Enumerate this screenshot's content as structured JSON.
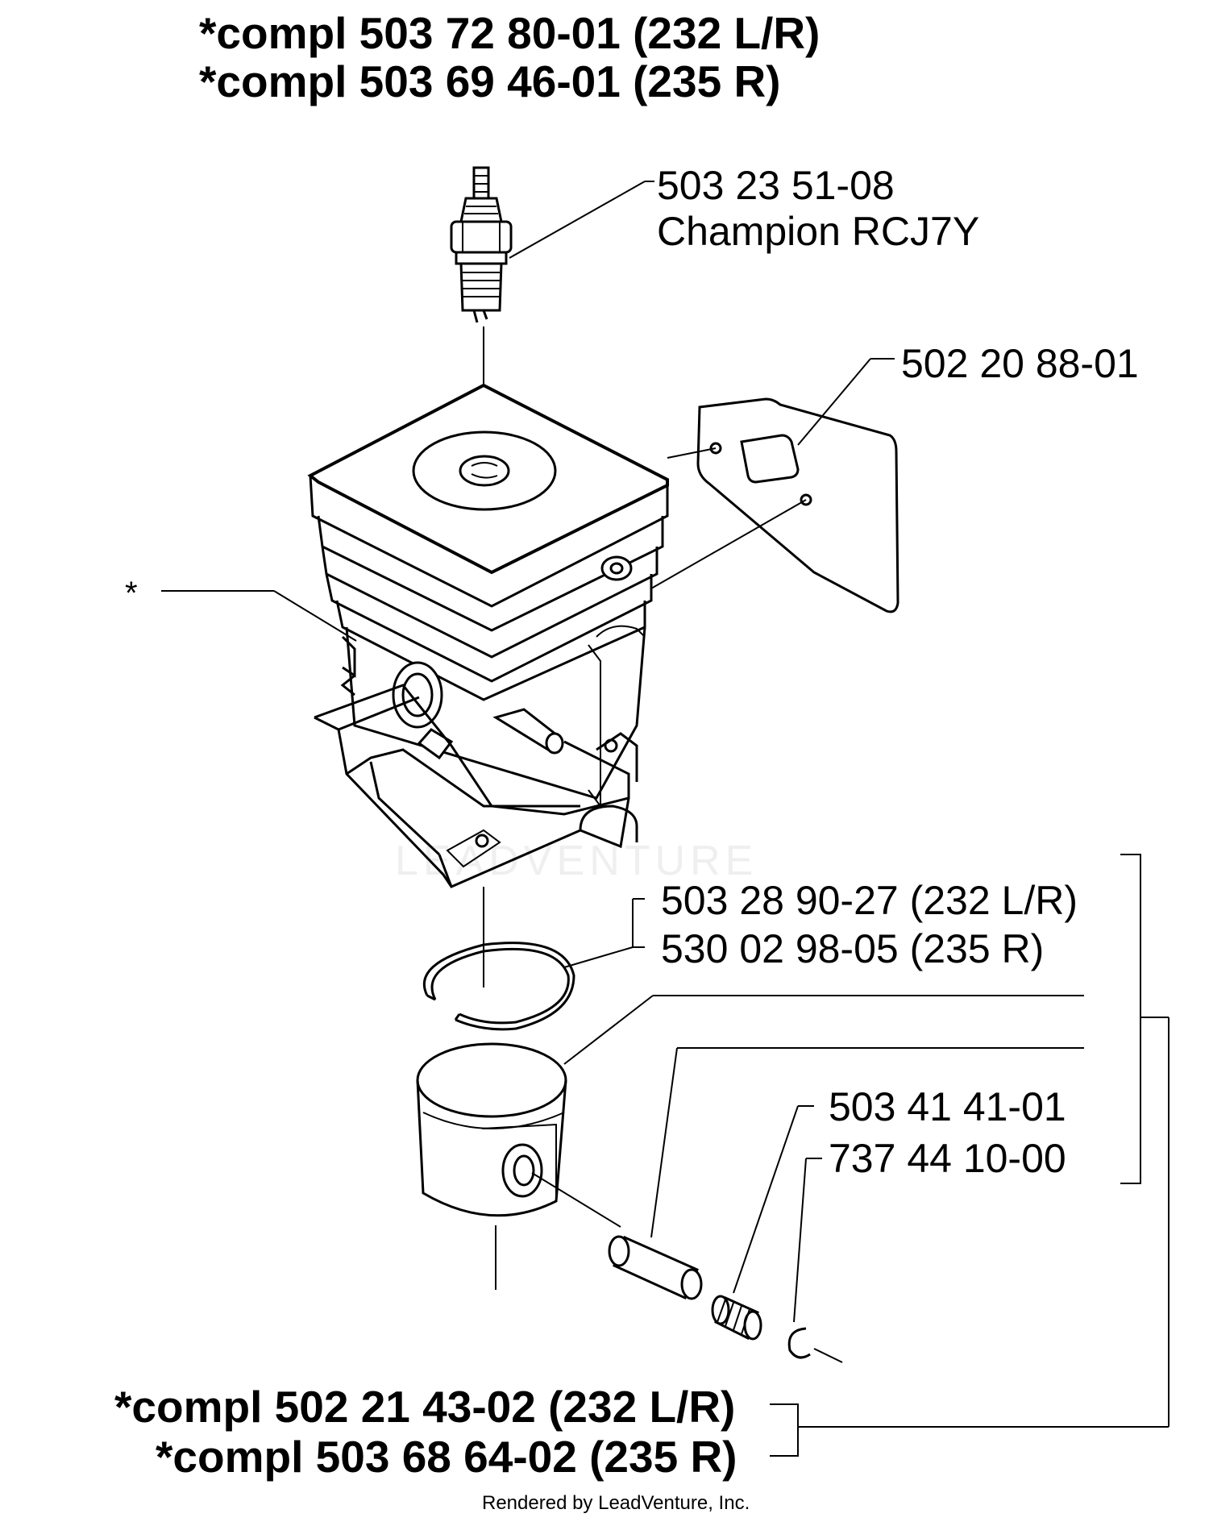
{
  "header": {
    "line1": "*compl 503 72 80-01 (232 L/R)",
    "line2": "*compl 503 69 46-01 (235 R)"
  },
  "parts": {
    "spark_plug_number": "503 23 51-08",
    "spark_plug_name": "Champion RCJ7Y",
    "gasket": "502 20 88-01",
    "cylinder_star": "*",
    "ring_232": "503 28 90-27 (232 L/R)",
    "ring_235": "530 02 98-05 (235 R)",
    "bearing": "503 41 41-01",
    "circlip": "737 44 10-00"
  },
  "footer_kits": {
    "line1": "*compl 502 21 43-02 (232 L/R)",
    "line2": "*compl 503 68 64-02 (235 R)"
  },
  "watermark": "LEADVENTURE",
  "credit": "Rendered by LeadVenture, Inc."
}
